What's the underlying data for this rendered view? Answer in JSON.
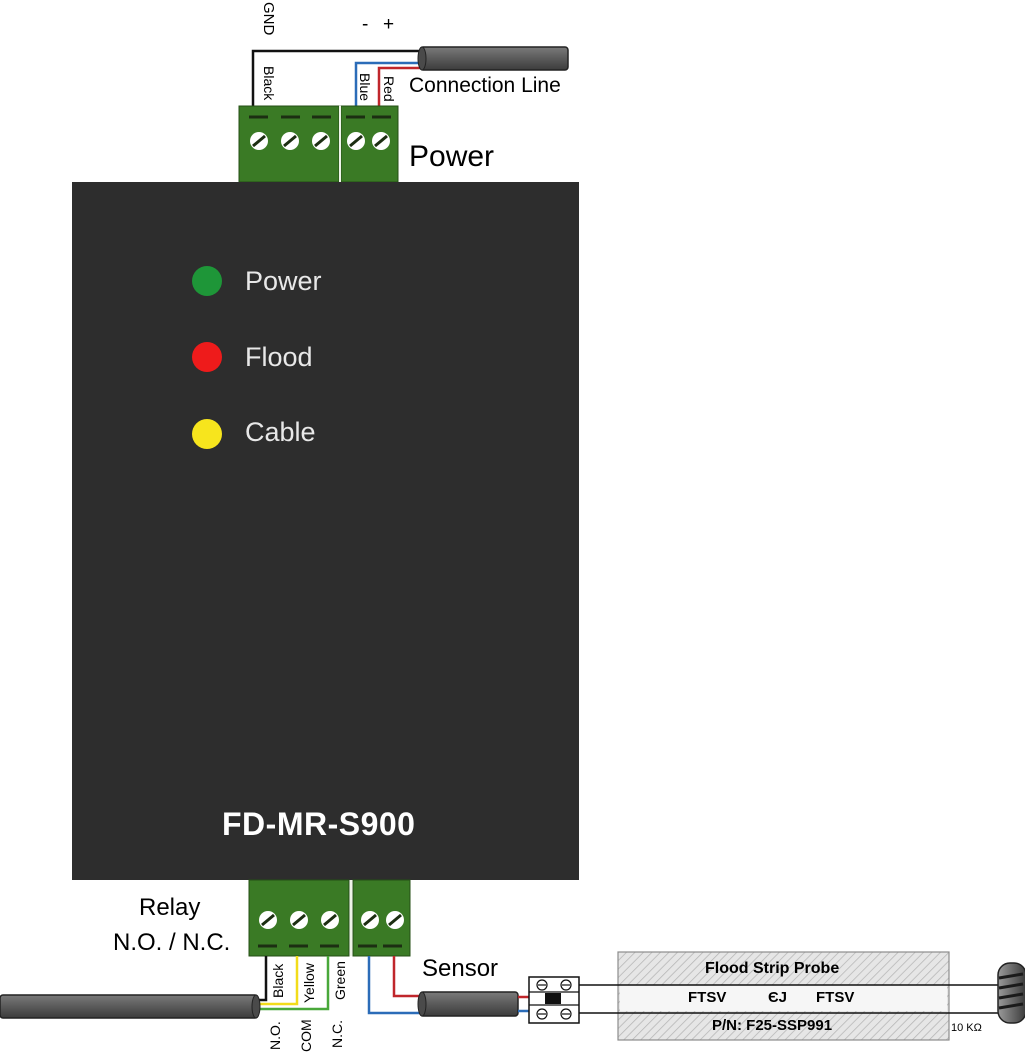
{
  "power_terminal": {
    "gnd_label": "GND",
    "minus_label": "-",
    "plus_label": "+",
    "black_wire": "Black",
    "blue_wire": "Blue",
    "red_wire": "Red",
    "connection_line": "Connection Line",
    "power_label": "Power"
  },
  "device": {
    "model": "FD-MR-S900",
    "leds": [
      {
        "label": "Power",
        "color": "#1e9638"
      },
      {
        "label": "Flood",
        "color": "#ee1b1b"
      },
      {
        "label": "Cable",
        "color": "#f7e51d"
      }
    ],
    "body_color": "#2d2d2d",
    "terminal_color": "#3a7a25"
  },
  "relay_terminal": {
    "label_line1": "Relay",
    "label_line2": "N.O. / N.C.",
    "wires": [
      "Black",
      "Yellow",
      "Green"
    ],
    "pins": [
      "N.O.",
      "COM",
      "N.C."
    ]
  },
  "sensor": {
    "label": "Sensor"
  },
  "probe": {
    "title": "Flood Strip Probe",
    "left_text": "FTSV",
    "logo": "ЄJ",
    "right_text": "FTSV",
    "part_number": "P/N: F25-SSP991",
    "resistor": "10 KΩ"
  }
}
